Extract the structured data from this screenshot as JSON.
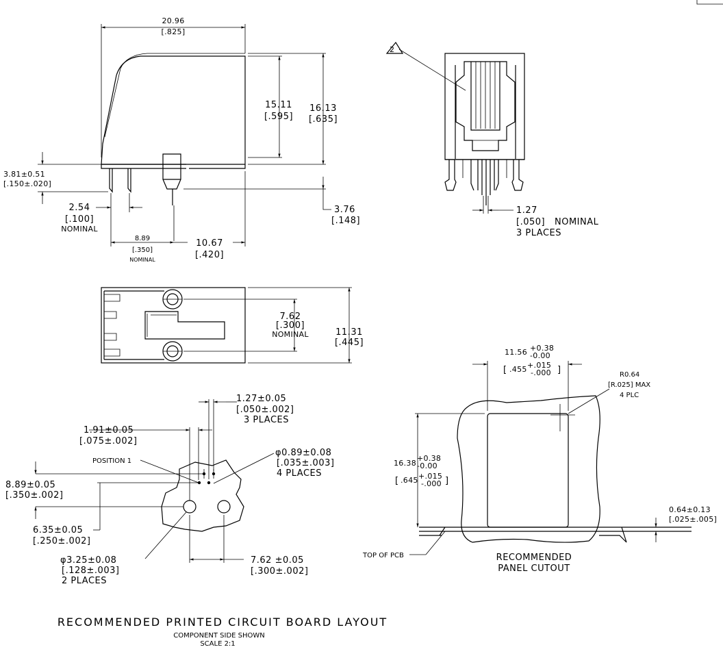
{
  "side_view": {
    "width_mm": "20.96",
    "width_in": "[.825]",
    "h1_mm": "15.11",
    "h1_in": "[.595]",
    "h2_mm": "16.13",
    "h2_in": "[.635]",
    "pin_len": "3.81±0.51",
    "pin_len_in": "[.150±.020]",
    "pitch_mm": "2.54",
    "pitch_in": "[.100]",
    "pitch_note": "NOMINAL",
    "post_mm": "3.76",
    "post_in": "[.148]",
    "off1_mm": "8.89",
    "off1_in": "[.350]",
    "off1_note": "NOMINAL",
    "off2_mm": "10.67",
    "off2_in": "[.420]"
  },
  "front_view": {
    "callout": "2",
    "pitch_mm": "1.27",
    "pitch_in": "[.050]",
    "pitch_note": "NOMINAL",
    "places": "3 PLACES"
  },
  "top_view": {
    "spacing_mm": "7.62",
    "spacing_in": "[.300]",
    "spacing_note": "NOMINAL",
    "depth_mm": "11.31",
    "depth_in": "[.445]"
  },
  "pcb_layout": {
    "d1": "1.27±0.05",
    "d1_in": "[.050±.002]",
    "d1_note": "3 PLACES",
    "d2": "1.91±0.05",
    "d2_in": "[.075±.002]",
    "position_label": "POSITION 1",
    "hole_small": "φ0.89±0.08",
    "hole_small_in": "[.035±.003]",
    "hole_small_note": "4 PLACES",
    "d3": "8.89±0.05",
    "d3_in": "[.350±.002]",
    "d4": "6.35±0.05",
    "d4_in": "[.250±.002]",
    "hole_big": "φ3.25±0.08",
    "hole_big_in": "[.128±.003]",
    "hole_big_note": "2 PLACES",
    "d5": "7.62 ±0.05",
    "d5_in": "[.300±.002]"
  },
  "panel": {
    "w": "11.56",
    "w_tol_plus": "+0.38",
    "w_tol_minus": "-0.00",
    "w_in": ".455",
    "w_in_plus": "+.015",
    "w_in_minus": "-.000",
    "h": "16.38",
    "h_tol_plus": "+0.38",
    "h_tol_minus": "-0.00",
    "h_in": ".645",
    "h_in_plus": "+.015",
    "h_in_minus": "-.000",
    "radius": "R0.64",
    "radius_in": "[R.025] MAX",
    "radius_note": "4 PLC",
    "gap": "0.64±0.13",
    "gap_in": "[.025±.005]",
    "pcb_label": "TOP OF PCB",
    "cutout_1": "RECOMMENDED",
    "cutout_2": "PANEL CUTOUT"
  },
  "footer": {
    "title": "RECOMMENDED PRINTED CIRCUIT BOARD LAYOUT",
    "sub": "COMPONENT SIDE SHOWN",
    "scale": "SCALE 2:1"
  }
}
